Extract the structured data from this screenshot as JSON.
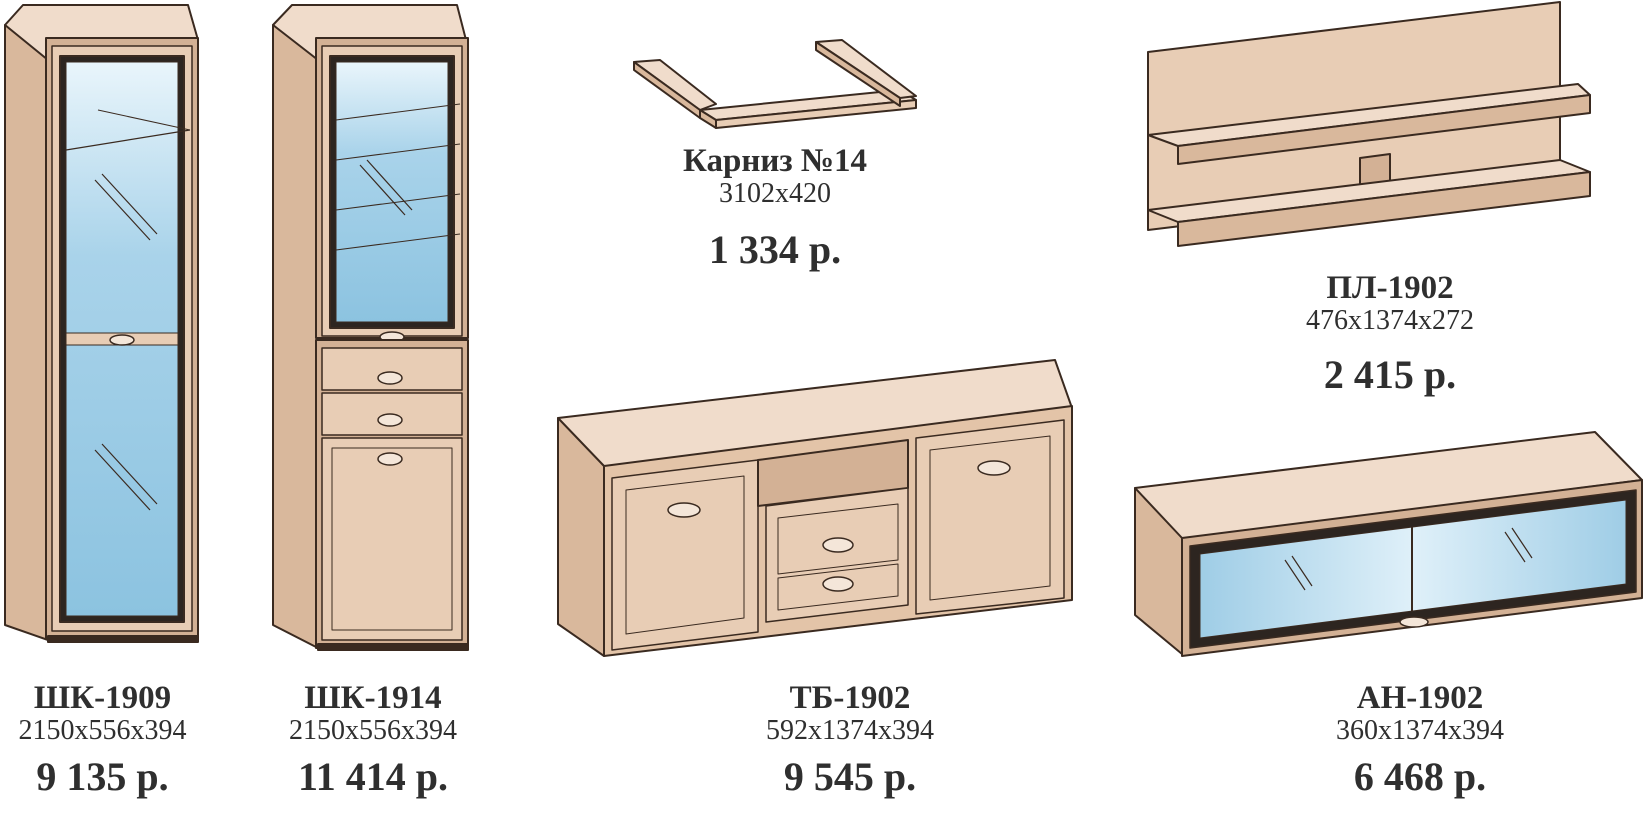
{
  "colors": {
    "wood": "#e8cdb5",
    "wood_dark": "#d9b89c",
    "glass": "#a9d3ea",
    "outline": "#3a2a20"
  },
  "products": [
    {
      "name": "ШК-1909",
      "dims": "2150x556x394",
      "price": "9 135 р."
    },
    {
      "name": "ШК-1914",
      "dims": "2150x556x394",
      "price": "11 414 р."
    },
    {
      "name": "Карниз №14",
      "dims": "3102x420",
      "price": "1 334 р."
    },
    {
      "name": "ПЛ-1902",
      "dims": "476x1374x272",
      "price": "2 415 р."
    },
    {
      "name": "ТБ-1902",
      "dims": "592x1374x394",
      "price": "9 545 р."
    },
    {
      "name": "АН-1902",
      "dims": "360x1374x394",
      "price": "6 468 р."
    }
  ]
}
